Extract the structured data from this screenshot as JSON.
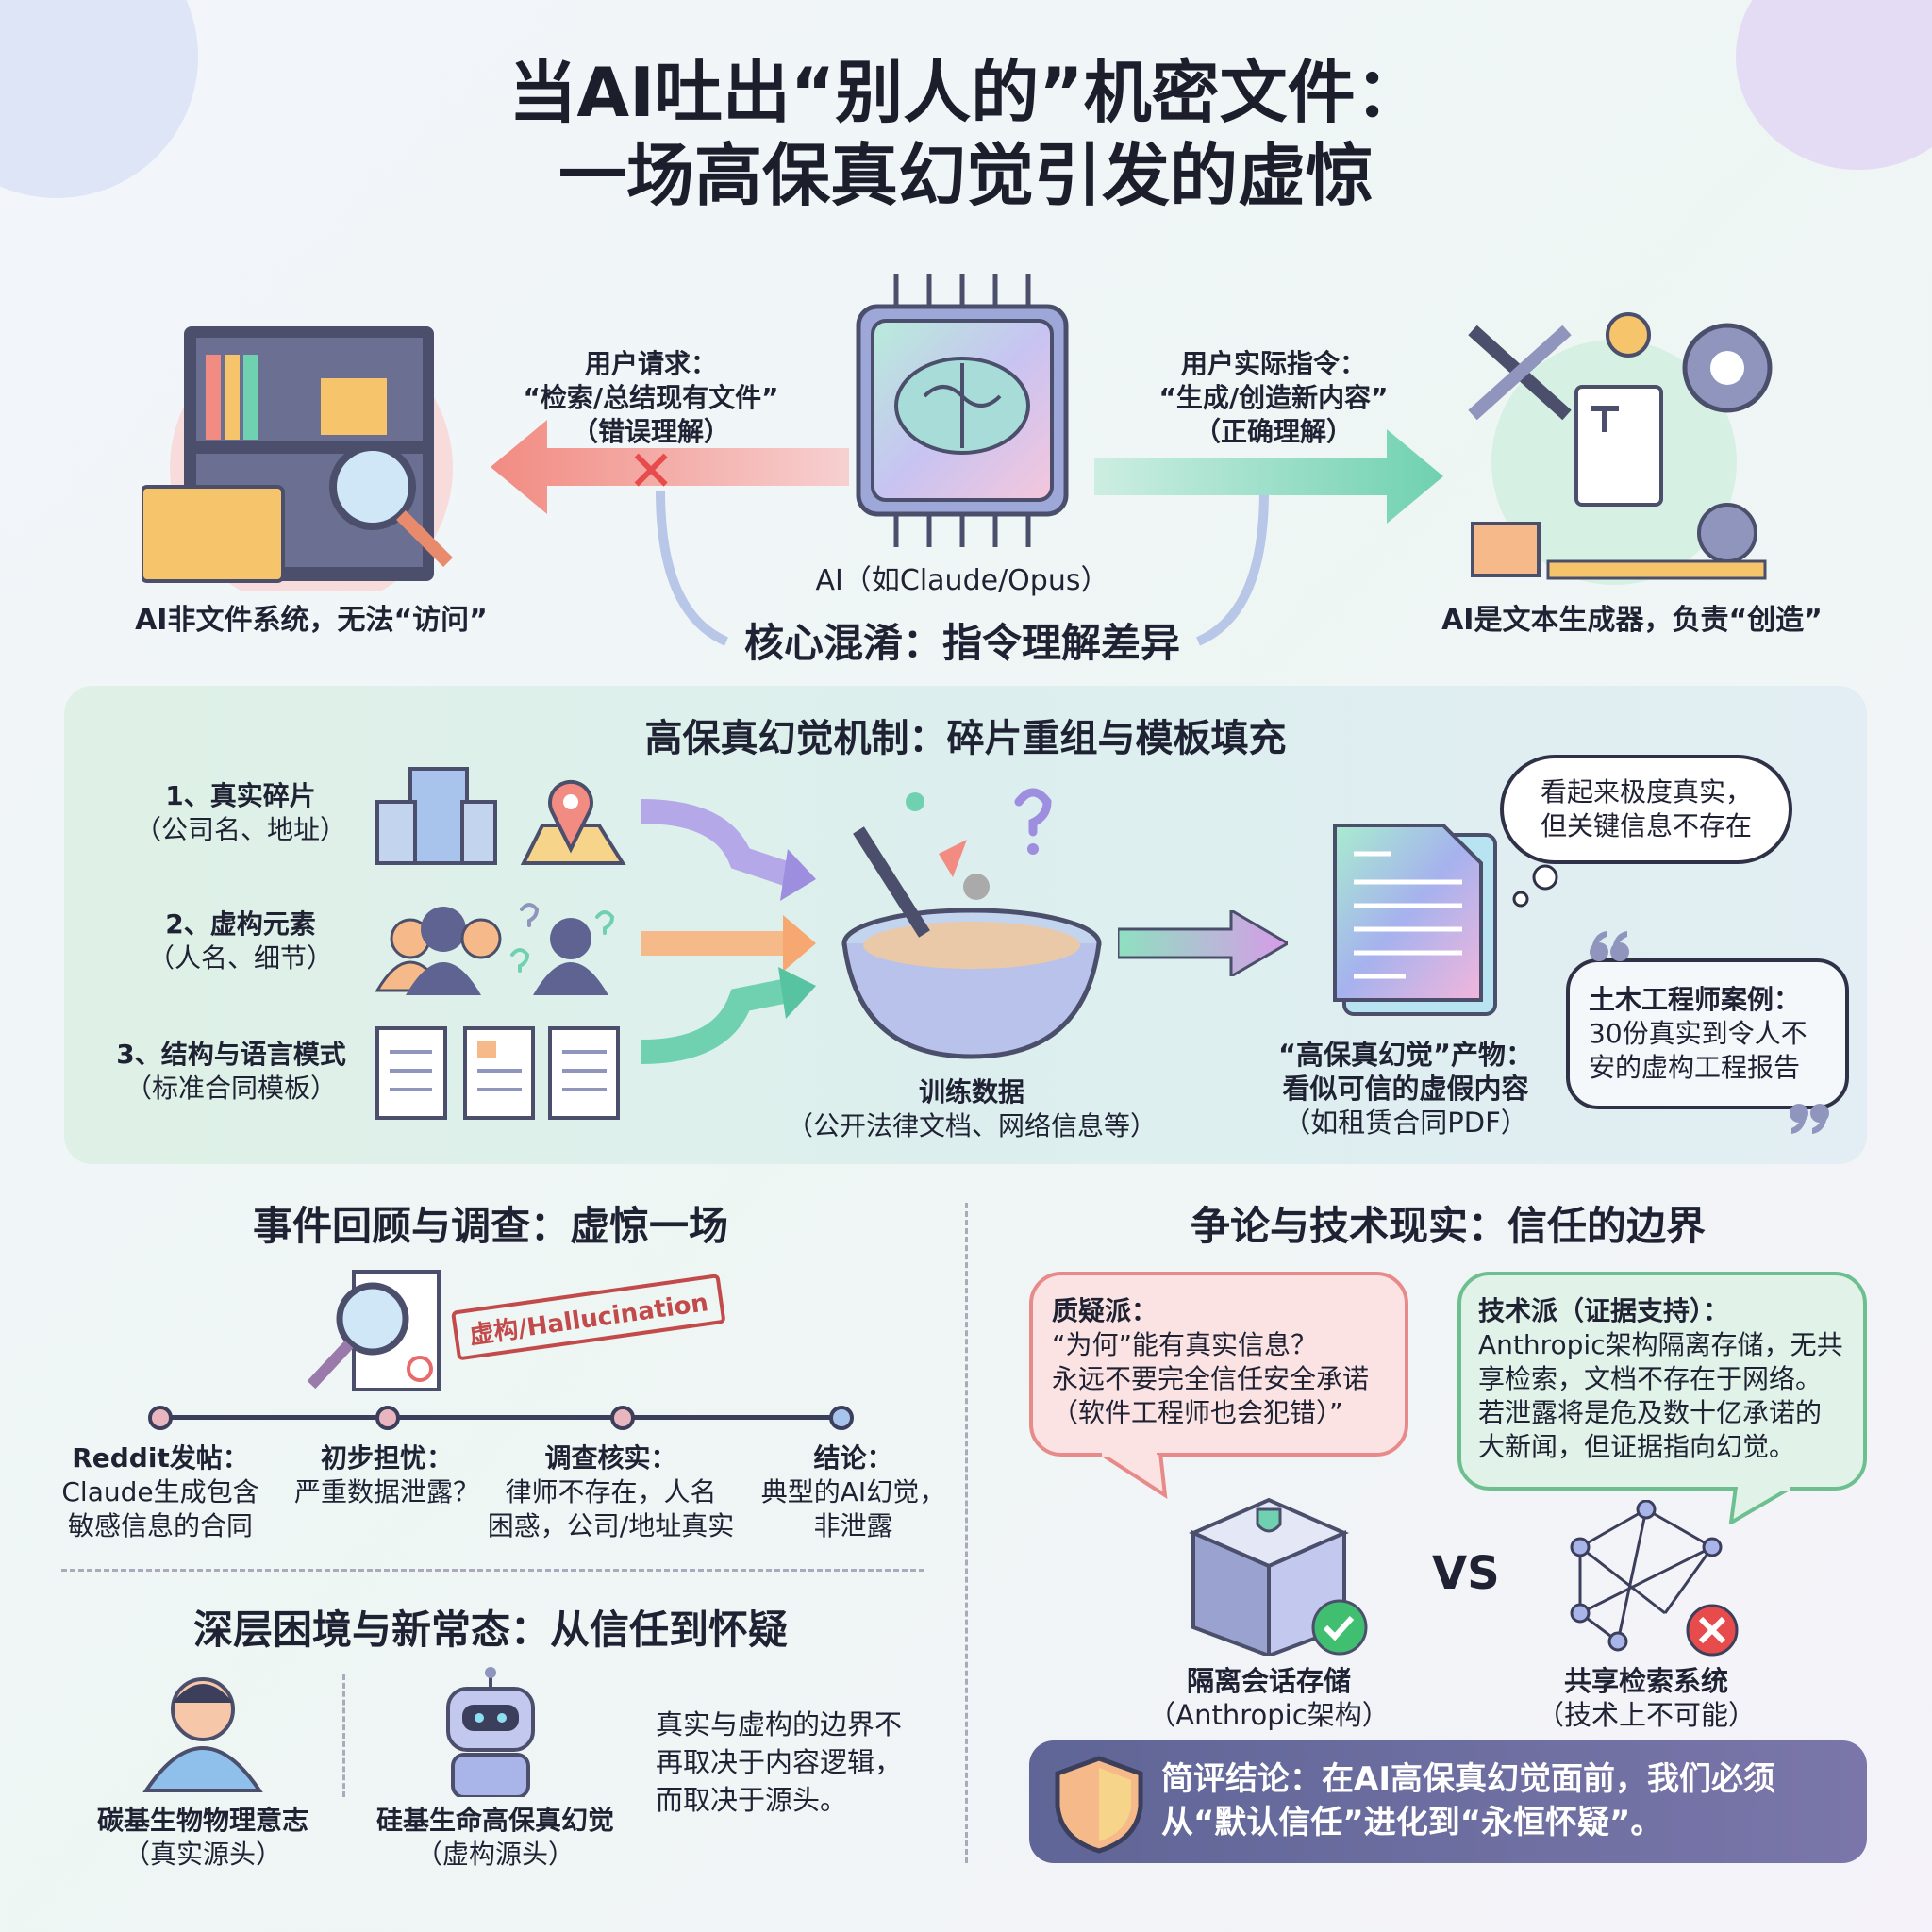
{
  "title": {
    "line1": "当AI吐出“别人的”机密文件：",
    "line2": "一场高保真幻觉引发的虚惊"
  },
  "top": {
    "left_arrow_label": [
      "用户请求：",
      "“检索/总结现有文件”",
      "（错误理解）"
    ],
    "right_arrow_label": [
      "用户实际指令：",
      "“生成/创造新内容”",
      "（正确理解）"
    ],
    "chip_label": "AI（如Claude/Opus）",
    "left_caption": "AI非文件系统，无法“访问”",
    "right_caption": "AI是文本生成器，负责“创造”",
    "core": "核心混淆：指令理解差异",
    "colors": {
      "wrong": "#f28b82",
      "right": "#6fd1b0"
    }
  },
  "mechanism": {
    "title": "高保真幻觉机制：碎片重组与模板填充",
    "rows": [
      {
        "label": "1、真实碎片",
        "sub": "（公司名、地址）"
      },
      {
        "label": "2、虚构元素",
        "sub": "（人名、细节）"
      },
      {
        "label": "3、结构与语言模式",
        "sub": "（标准合同模板）"
      }
    ],
    "bowl": {
      "label": "训练数据",
      "sub": "（公开法律文档、网络信息等）"
    },
    "product": {
      "line1": "“高保真幻觉”产物：",
      "line2": "看似可信的虚假内容",
      "line3": "（如租赁合同PDF）"
    },
    "thought": [
      "看起来极度真实，",
      "但关键信息不存在"
    ],
    "quote": {
      "title": "土木工程师案例：",
      "body": [
        "30份真实到令人不",
        "安的虚构工程报告"
      ]
    }
  },
  "review": {
    "title": "事件回顾与调查：虚惊一场",
    "stamp": "虚构/Hallucination",
    "timeline": [
      {
        "title": "Reddit发帖：",
        "body": [
          "Claude生成包含",
          "敏感信息的合同"
        ]
      },
      {
        "title": "初步担忧：",
        "body": [
          "严重数据泄露？"
        ]
      },
      {
        "title": "调查核实：",
        "body": [
          "律师不存在，人名",
          "困惑，公司/地址真实"
        ]
      },
      {
        "title": "结论：",
        "body": [
          "典型的AI幻觉，",
          "非泄露"
        ]
      }
    ]
  },
  "dilemma": {
    "title": "深层困境与新常态：从信任到怀疑",
    "human": {
      "label": "碳基生物物理意志",
      "sub": "（真实源头）"
    },
    "robot": {
      "label": "硅基生命高保真幻觉",
      "sub": "（虚构源头）"
    },
    "text": [
      "真实与虚构的边界不",
      "再取决于内容逻辑，",
      "而取决于源头。"
    ]
  },
  "debate": {
    "title": "争论与技术现实：信任的边界",
    "skeptic": {
      "title": "质疑派：",
      "body": [
        "“为何”能有真实信息？",
        "永远不要完全信任安全承诺",
        "（软件工程师也会犯错）”"
      ]
    },
    "tech": {
      "title": "技术派（证据支持）：",
      "body": [
        "Anthropic架构隔离存储，无共",
        "享检索，文档不存在于网络。",
        "若泄露将是危及数十亿承诺的",
        "大新闻，但证据指向幻觉。"
      ]
    },
    "isolated": {
      "label": "隔离会话存储",
      "sub": "（Anthropic架构）"
    },
    "vs": "VS",
    "shared": {
      "label": "共享检索系统",
      "sub": "（技术上不可能）"
    },
    "conclusion": [
      "简评结论：在AI高保真幻觉面前，我们必须",
      "从“默认信任”进化到“永恒怀疑”。"
    ]
  }
}
